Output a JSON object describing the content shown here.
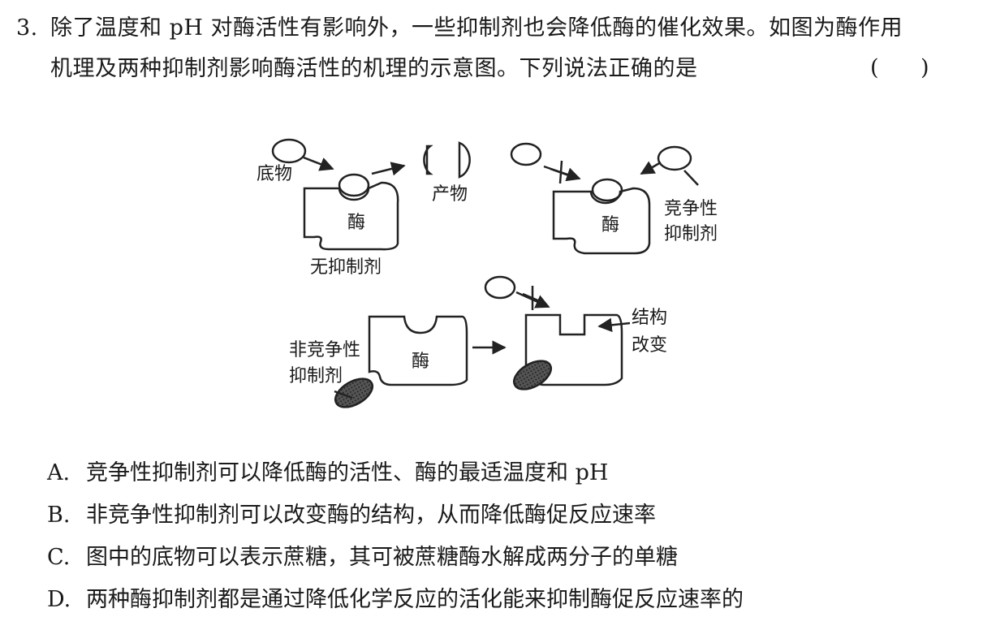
{
  "question": {
    "number": "3.",
    "line1": "除了温度和 pH 对酶活性有影响外，一些抑制剂也会降低酶的催化效果。如图为酶作用",
    "line2": "机理及两种抑制剂影响酶活性的机理的示意图。下列说法正确的是",
    "answer_paren": "(      )"
  },
  "diagram": {
    "substrate": "底物",
    "product": "产物",
    "enzyme": "酶",
    "no_inhibitor": "无抑制剂",
    "competitive_1": "竞争性",
    "competitive_2": "抑制剂",
    "noncompetitive_1": "非竞争性",
    "noncompetitive_2": "抑制剂",
    "structure_1": "结构",
    "structure_2": "改变"
  },
  "options": [
    {
      "key": "A.",
      "text": "竞争性抑制剂可以降低酶的活性、酶的最适温度和 pH"
    },
    {
      "key": "B.",
      "text": "非竞争性抑制剂可以改变酶的结构，从而降低酶促反应速率"
    },
    {
      "key": "C.",
      "text": "图中的底物可以表示蔗糖，其可被蔗糖酶水解成两分子的单糖"
    },
    {
      "key": "D.",
      "text": "两种酶抑制剂都是通过降低化学反应的活化能来抑制酶促反应速率的"
    }
  ]
}
